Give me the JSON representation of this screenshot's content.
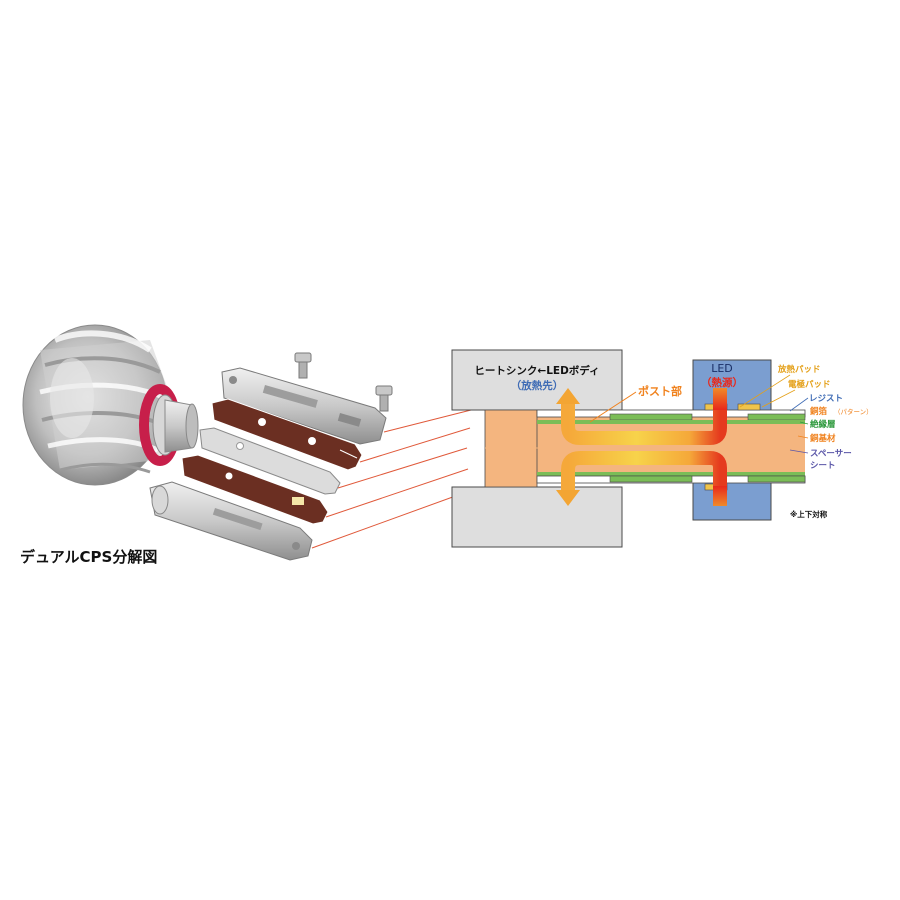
{
  "exploded_view": {
    "caption": "デュアルCPS分解図"
  },
  "cross_section": {
    "heatsink_label": "ヒートシンク←LEDボディ",
    "heatsink_sublabel": "（放熱先）",
    "post_label": "ポスト部",
    "led_label": "LED",
    "led_sublabel": "（熱源）",
    "layers": {
      "heat_pad": "放熱パッド",
      "electrode_pad": "電極パッド",
      "resist": "レジスト",
      "copper_foil": "銅箔",
      "copper_foil_note": "（パターン）",
      "insulation": "絶縁層",
      "copper_base": "銅基材",
      "spacer_line1": "スペーサー",
      "spacer_line2": "シート"
    },
    "note": "※上下対称"
  },
  "colors": {
    "heatsink": "#dedede",
    "led_box": "#7b9ed0",
    "copper_base": "#f4b57f",
    "green_layer": "#7bbd57",
    "hot_arrow": "#e8281b",
    "warm_arrow": "#f3a533",
    "label_orange": "#f0821e",
    "label_gold": "#e4a019",
    "label_blue": "#3f6cb5",
    "label_green": "#2f9a3e",
    "label_purple": "#5a56a8",
    "ring_red": "#c71f4a",
    "pcb_brown": "#6b2f22",
    "connector_line": "#e0593a"
  }
}
